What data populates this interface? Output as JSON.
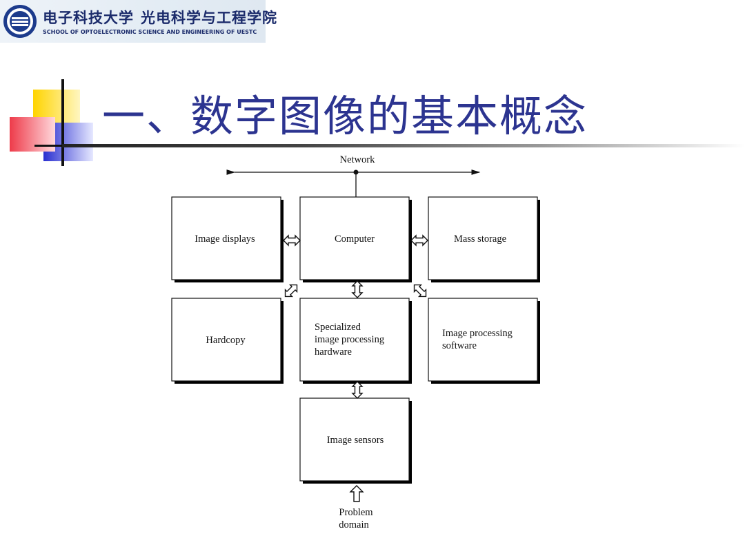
{
  "header": {
    "school_name_cn": "电子科技大学",
    "department_cn": "光电科学与工程学院",
    "school_name_en": "SCHOOL OF OPTOELECTRONIC SCIENCE AND ENGINEERING OF UESTC",
    "logo_icon": "uestc-seal-logo"
  },
  "slide": {
    "title": "一、数字图像的基本概念"
  },
  "diagram": {
    "network_label": "Network",
    "boxes": {
      "image_displays": "Image displays",
      "computer": "Computer",
      "mass_storage": "Mass storage",
      "hardcopy": "Hardcopy",
      "specialized_hw": [
        "Specialized",
        "image processing",
        "hardware"
      ],
      "ip_software": [
        "Image processing",
        "software"
      ],
      "image_sensors": "Image sensors"
    },
    "problem_domain": [
      "Problem",
      "domain"
    ]
  },
  "colors": {
    "title": "#2c3490",
    "school_text": "#1b2b6b",
    "deco_yellow": "#ffd400",
    "deco_red": "#ee3b4a",
    "deco_blue": "#2a2fd0"
  }
}
